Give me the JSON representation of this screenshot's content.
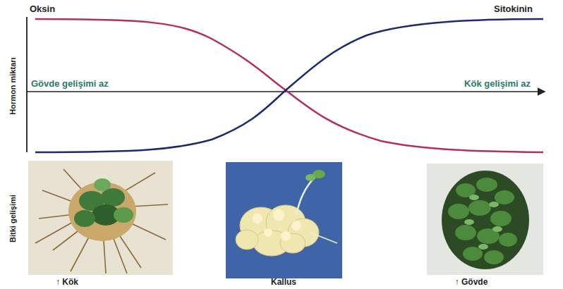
{
  "diagram": {
    "labels": [
      "Oksin",
      "Sitokinin",
      "Hormon miktarı",
      "Gövde gelişimi az",
      "Kök gelişimi az",
      "Bitki gelişimi",
      "↑ Kök",
      "Kallus",
      "↑ Gövde"
    ]
  }
}
